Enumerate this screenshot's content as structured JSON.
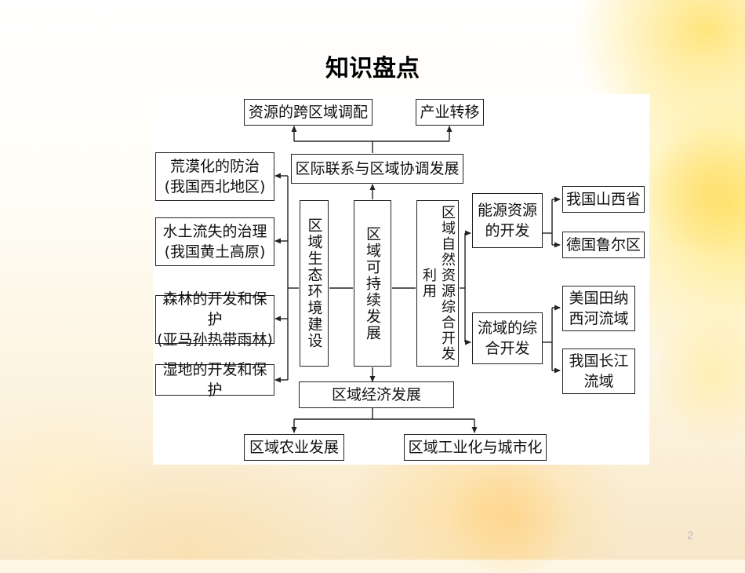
{
  "title": "知识盘点",
  "page_number": "2",
  "diagram": {
    "resource_transfer": "资源的跨区域调配",
    "industry_transfer": "产业转移",
    "interregional": "区际联系与区域协调发展",
    "desert": "荒漠化的防治\n(我国西北地区)",
    "soil": "水土流失的治理\n(我国黄土高原)",
    "forest": "森林的开发和保护\n(亚马孙热带雨林)",
    "wetland": "湿地的开发和保护",
    "eco": "区域生态环境建设",
    "sustainable": "区域可持续发展",
    "natural": "区域自然资源综合开发利用",
    "energy": "能源资源\n的开发",
    "shanxi": "我国山西省",
    "ruhr": "德国鲁尔区",
    "basin": "流域的综\n合开发",
    "tennessee": "美国田纳\n西河流域",
    "yangtze": "我国长江\n流域",
    "economic": "区域经济发展",
    "agriculture": "区域农业发展",
    "industrial": "区域工业化与城市化"
  },
  "colors": {
    "line": "#222222",
    "box_border": "#222222"
  }
}
